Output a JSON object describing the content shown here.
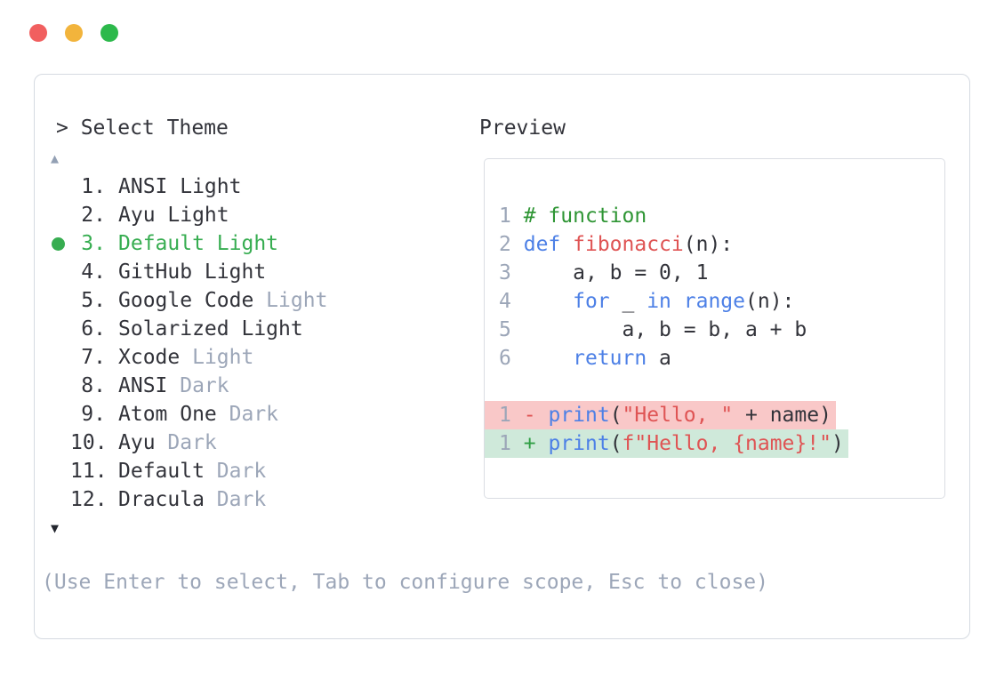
{
  "colors": {
    "dark": "#32333a",
    "gray": "#9ca6b8",
    "sel": "#37ad51",
    "kw": "#4d80e6",
    "red": "#df5454",
    "com": "#2e9534",
    "plus": "#2f9e44",
    "removed-bg": "#f9c8c8",
    "added-bg": "#cfe9da",
    "panel-border": "#d5dae1",
    "box-border": "#dadde3",
    "scroll-dim": "#93a0b4",
    "scroll-dark": "#23262e",
    "light-red": "#f15f5f",
    "light-yellow": "#f2b43c",
    "light-green": "#2cb94b"
  },
  "window": {
    "traffic_lights": [
      {
        "name": "close",
        "color_key": "light-red"
      },
      {
        "name": "minimize",
        "color_key": "light-yellow"
      },
      {
        "name": "zoom",
        "color_key": "light-green"
      }
    ]
  },
  "palette": {
    "prompt": "> Select Theme",
    "scroll_up_indicator": "▲",
    "scroll_down_indicator": "▼",
    "hint": "(Use Enter to select, Tab to configure scope, Esc to close)",
    "items": [
      {
        "num": "1.",
        "name": "ANSI Light",
        "suffix": "",
        "selected": false
      },
      {
        "num": "2.",
        "name": "Ayu Light",
        "suffix": "",
        "selected": false
      },
      {
        "num": "3.",
        "name": "Default Light",
        "suffix": "",
        "selected": true
      },
      {
        "num": "4.",
        "name": "GitHub Light",
        "suffix": "",
        "selected": false
      },
      {
        "num": "5.",
        "name": "Google Code",
        "suffix": " Light",
        "selected": false
      },
      {
        "num": "6.",
        "name": "Solarized Light",
        "suffix": "",
        "selected": false
      },
      {
        "num": "7.",
        "name": "Xcode",
        "suffix": " Light",
        "selected": false
      },
      {
        "num": "8.",
        "name": "ANSI",
        "suffix": " Dark",
        "selected": false
      },
      {
        "num": "9.",
        "name": "Atom One",
        "suffix": " Dark",
        "selected": false
      },
      {
        "num": "10.",
        "name": "Ayu",
        "suffix": " Dark",
        "selected": false
      },
      {
        "num": "11.",
        "name": "Default",
        "suffix": " Dark",
        "selected": false
      },
      {
        "num": "12.",
        "name": "Dracula",
        "suffix": " Dark",
        "selected": false
      }
    ]
  },
  "preview": {
    "label": "Preview",
    "lines": [
      {
        "bg": "",
        "tokens": [
          [
            "num",
            "1"
          ],
          [
            "pl",
            " "
          ],
          [
            "com",
            "# function"
          ]
        ]
      },
      {
        "bg": "",
        "tokens": [
          [
            "num",
            "2"
          ],
          [
            "pl",
            " "
          ],
          [
            "kw",
            "def"
          ],
          [
            "pl",
            " "
          ],
          [
            "fn",
            "fibonacci"
          ],
          [
            "pl",
            "(n):"
          ]
        ]
      },
      {
        "bg": "",
        "tokens": [
          [
            "num",
            "3"
          ],
          [
            "pl",
            "     a, b = 0, 1"
          ]
        ]
      },
      {
        "bg": "",
        "tokens": [
          [
            "num",
            "4"
          ],
          [
            "pl",
            "     "
          ],
          [
            "kw",
            "for"
          ],
          [
            "pl",
            " _ "
          ],
          [
            "kw",
            "in"
          ],
          [
            "pl",
            " "
          ],
          [
            "kw",
            "range"
          ],
          [
            "pl",
            "(n):"
          ]
        ]
      },
      {
        "bg": "",
        "tokens": [
          [
            "num",
            "5"
          ],
          [
            "pl",
            "         a, b = b, a + b"
          ]
        ]
      },
      {
        "bg": "",
        "tokens": [
          [
            "num",
            "6"
          ],
          [
            "pl",
            "     "
          ],
          [
            "kw",
            "return"
          ],
          [
            "pl",
            " a"
          ]
        ]
      },
      {
        "bg": "",
        "tokens": []
      },
      {
        "bg": "removed",
        "tokens": [
          [
            "num",
            "1"
          ],
          [
            "pl",
            " "
          ],
          [
            "minus",
            "-"
          ],
          [
            "pl",
            " "
          ],
          [
            "kw",
            "print"
          ],
          [
            "pl",
            "("
          ],
          [
            "str",
            "\"Hello, \""
          ],
          [
            "pl",
            " + name)"
          ]
        ]
      },
      {
        "bg": "added",
        "tokens": [
          [
            "num",
            "1"
          ],
          [
            "pl",
            " "
          ],
          [
            "plus",
            "+"
          ],
          [
            "pl",
            " "
          ],
          [
            "kw",
            "print"
          ],
          [
            "pl",
            "("
          ],
          [
            "str",
            "f\"Hello, {name}!\""
          ],
          [
            "pl",
            ")"
          ]
        ]
      }
    ]
  }
}
